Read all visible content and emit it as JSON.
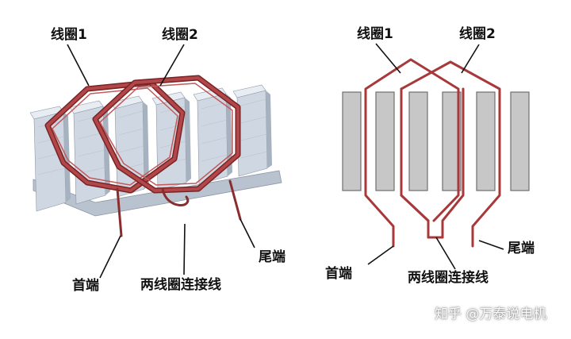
{
  "left_diagram": {
    "coil1_label": "线圈1",
    "coil2_label": "线圈2",
    "start_label": "首端",
    "connection_label": "两线圈连接线",
    "end_label": "尾端"
  },
  "right_diagram": {
    "coil1_label": "线圈1",
    "coil2_label": "线圈2",
    "start_label": "首端",
    "connection_label": "两线圈连接线",
    "end_label": "尾端"
  },
  "watermark": {
    "text": "知乎 @万泰说电机"
  },
  "colors": {
    "coil": "#a8393a",
    "coil_dark": "#7a2224",
    "slot_fill": "#c7c7c7",
    "slot_stroke": "#777777",
    "core_face": "#cfd8e2",
    "core_top": "#e6ecf2",
    "core_side": "#a6b2c0",
    "text": "#111111"
  }
}
